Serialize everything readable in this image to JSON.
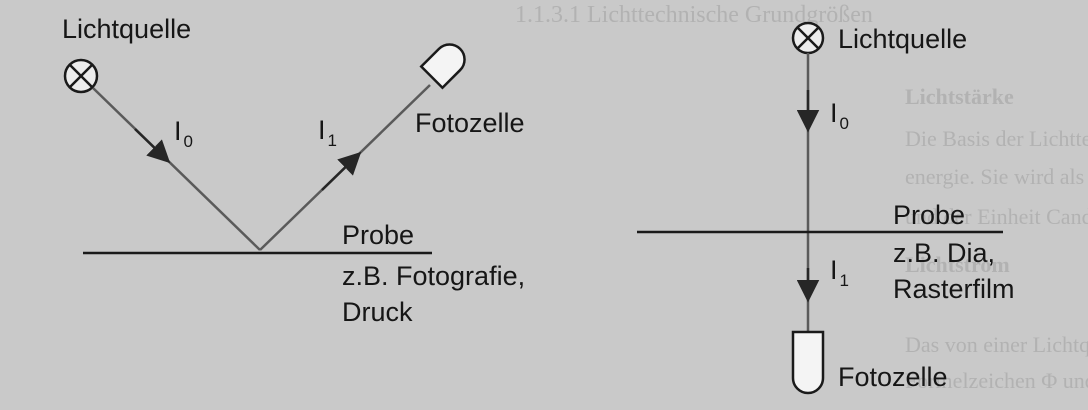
{
  "colors": {
    "background": "#c9c9c9",
    "ink": "#161616",
    "ray": "#5a5a5a",
    "ghost_text": "#b2b2b2"
  },
  "background_page": {
    "lines": [
      "1.1.3.1 Lichttechnische Grundgrößen",
      "Lichtstärke",
      "Die Basis der Lichttechnik ist die von einer Lichtquelle ausgestrahlte Licht-",
      "energie. Sie wird als Lichtstärke oder Intensität mit dem Formelzeichen I",
      "und der Einheit Candela (cd) bezeichnet.",
      "Lichtstrom",
      "Das von einer Lichtquelle ausgestrahlte Licht heißt Lichtstrom. Er hat das",
      "Formelzeichen Φ und die Einheit Lumen (lm)."
    ]
  },
  "left_diagram": {
    "name": "reflection-measurement",
    "light_source_icon": "lamp-cross-circle-icon",
    "light_source_label": "Lichtquelle",
    "photocell_icon": "photocell-icon",
    "photocell_label": "Fotozelle",
    "incident_symbol": "I",
    "incident_subscript": "0",
    "reflected_symbol": "I",
    "reflected_subscript": "1",
    "sample_label": "Probe",
    "sample_example_line1": "z.B. Fotografie,",
    "sample_example_line2": "Druck"
  },
  "right_diagram": {
    "name": "transmission-measurement",
    "light_source_icon": "lamp-cross-circle-icon",
    "light_source_label": "Lichtquelle",
    "photocell_icon": "photocell-icon",
    "photocell_label": "Fotozelle",
    "incident_symbol": "I",
    "incident_subscript": "0",
    "transmitted_symbol": "I",
    "transmitted_subscript": "1",
    "sample_label": "Probe",
    "sample_example_line1": "z.B. Dia,",
    "sample_example_line2": "Rasterfilm"
  }
}
